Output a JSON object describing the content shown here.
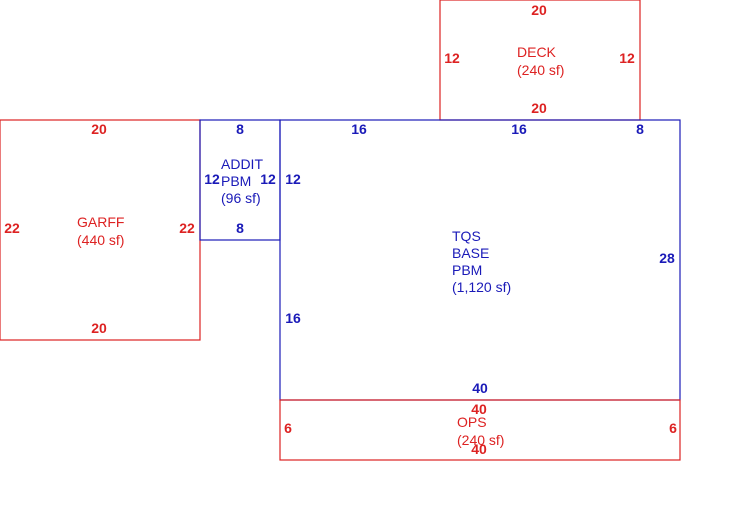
{
  "colors": {
    "red": "#dd2222",
    "blue": "#1a1ab8"
  },
  "areas": {
    "deck": {
      "name": "DECK",
      "area": "(240 sf)",
      "dim_top": "20",
      "dim_bottom": "20",
      "dim_left": "12",
      "dim_right": "12"
    },
    "garff": {
      "name": "GARFF",
      "area": "(440 sf)",
      "dim_top": "20",
      "dim_bottom": "20",
      "dim_left": "22",
      "dim_right": "22"
    },
    "addit": {
      "name_line1": "ADDIT",
      "name_line2": "PBM",
      "area": "(96 sf)",
      "dim_top": "8",
      "dim_bottom": "8",
      "dim_left": "12",
      "dim_right": "12"
    },
    "base": {
      "name_line1": "TQS",
      "name_line2": "BASE",
      "name_line3": "PBM",
      "area": "(1,120 sf)",
      "dim_top_left": "16",
      "dim_top_mid": "16",
      "dim_top_right": "8",
      "dim_left_upper": "12",
      "dim_left_lower": "16",
      "dim_right": "28",
      "dim_bottom": "40"
    },
    "ops": {
      "name": "OPS",
      "area": "(240 sf)",
      "dim_top": "40",
      "dim_bottom": "40",
      "dim_left": "6",
      "dim_right": "6"
    }
  }
}
